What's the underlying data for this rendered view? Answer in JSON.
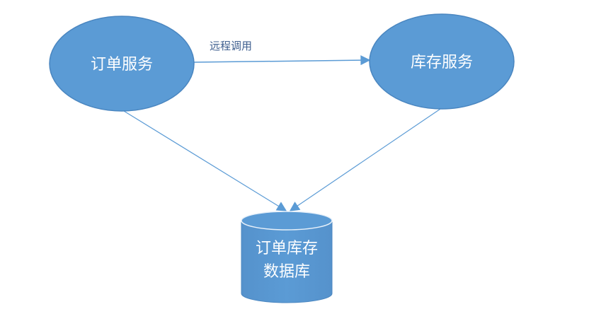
{
  "nodes": {
    "order_service": {
      "label": "订单服务"
    },
    "inventory_service": {
      "label": "库存服务"
    },
    "database": {
      "label_line1": "订单库存",
      "label_line2": "数据库"
    }
  },
  "edges": {
    "remote_call": {
      "label": "远程调用"
    }
  },
  "colors": {
    "node_fill": "#5b9bd5",
    "node_stroke": "#4a86c0",
    "arrow": "#5b9bd5",
    "text_on_node": "#ffffff"
  }
}
